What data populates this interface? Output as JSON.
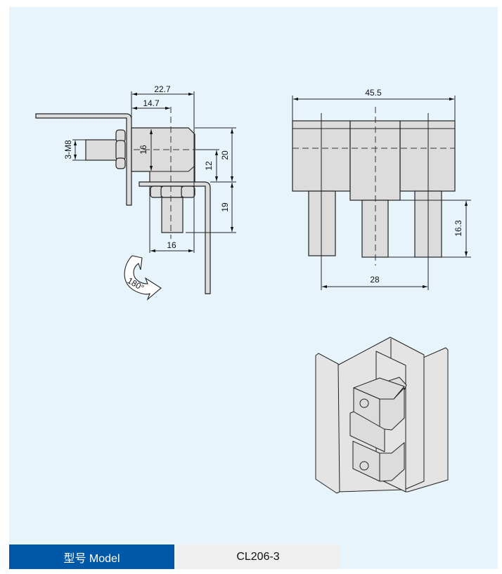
{
  "drawing": {
    "side_view": {
      "dims": {
        "overall_width": "22.7",
        "center_offset": "14.7",
        "body_height": "16",
        "thread": "3-M8",
        "center_to_plate": "12",
        "total_height": "20",
        "pin_length": "19",
        "pin_width": "16"
      },
      "rotation_label": "180°"
    },
    "front_view": {
      "dims": {
        "overall_length": "45.5",
        "pin_length": "16.3",
        "pin_spacing": "28"
      }
    }
  },
  "model": {
    "label": "型号 Model",
    "value": "CL206-3"
  },
  "colors": {
    "panel": "#e8f4fc",
    "label_bg": "#0058a8",
    "value_bg": "#efefef",
    "part_fill": "#dcdcdc"
  }
}
